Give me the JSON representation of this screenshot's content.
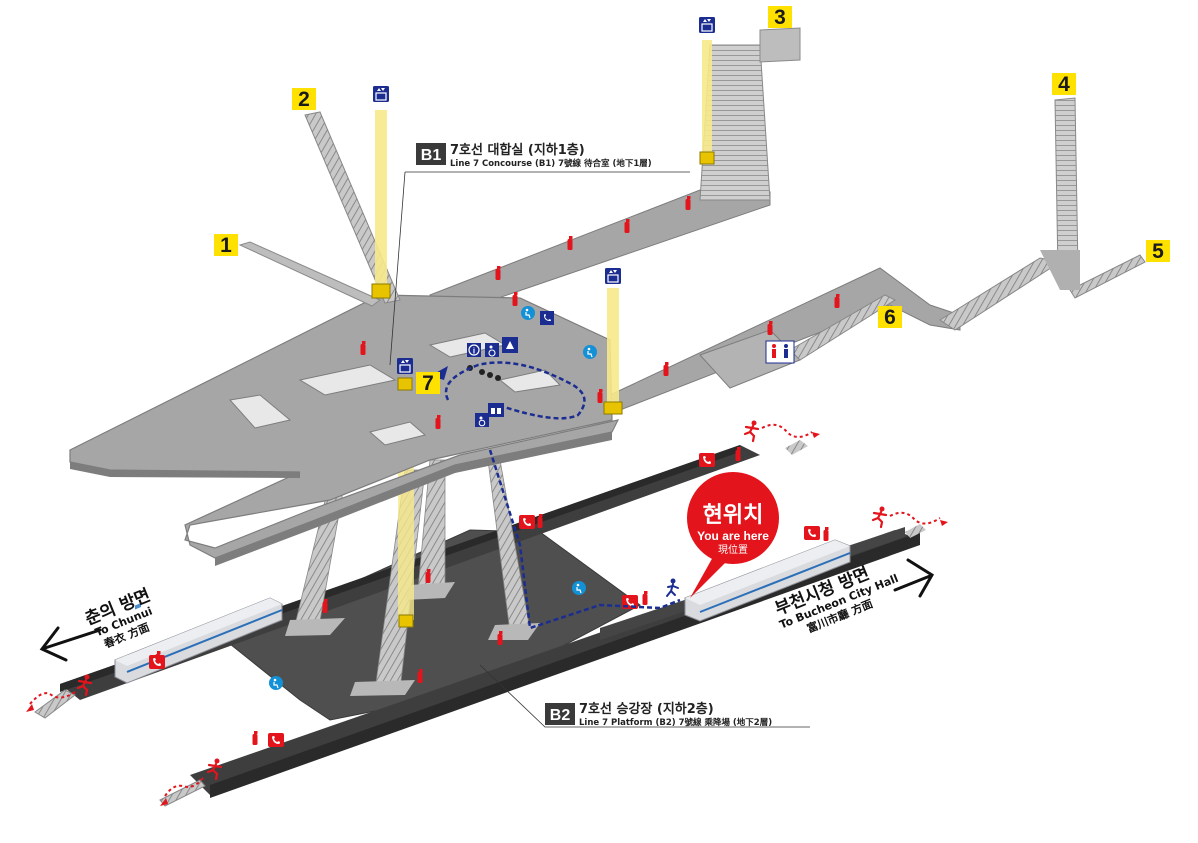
{
  "colors": {
    "concourse_floor": "#a6a6a6",
    "concourse_edge": "#7d7d7d",
    "platform_floor": "#4f4f4f",
    "platform_edge": "#2e2e2e",
    "elevator_shaft": "#f7e98a",
    "exit_badge": "#ffe100",
    "here_marker": "#e3141b",
    "route": "#1c2d91",
    "emergency": "#e3141b",
    "icon_blue": "#1c2d91",
    "icon_cyan": "#1490d6"
  },
  "exits": [
    {
      "id": "exit-1",
      "label": "1"
    },
    {
      "id": "exit-2",
      "label": "2"
    },
    {
      "id": "exit-3",
      "label": "3"
    },
    {
      "id": "exit-4",
      "label": "4"
    },
    {
      "id": "exit-5",
      "label": "5"
    },
    {
      "id": "exit-6",
      "label": "6"
    },
    {
      "id": "exit-7",
      "label": "7"
    }
  ],
  "levels": {
    "b1": {
      "badge": "B1",
      "title_ko": "7호선 대합실 (지하1층)",
      "title_en": "Line 7 Concourse (B1) 7號線 待合室 (地下1層)"
    },
    "b2": {
      "badge": "B2",
      "title_ko": "7호선 승강장 (지하2층)",
      "title_en": "Line 7 Platform (B2) 7號線 乘降場 (地下2層)"
    }
  },
  "you_are_here": {
    "ko": "현위치",
    "en": "You are here",
    "cn": "現位置"
  },
  "directions": {
    "left": {
      "ko": "춘의 방면",
      "en": "To Chunui",
      "cn": "春衣 方面",
      "arrow": "left-arrow-icon"
    },
    "right": {
      "ko": "부천시청 방면",
      "en": "To Bucheon City Hall",
      "cn": "富川市廳 方面",
      "arrow": "right-arrow-icon"
    }
  },
  "icons": [
    "elevator-icon",
    "fire-extinguisher-icon",
    "emergency-phone-icon",
    "information-icon",
    "wheelchair-icon",
    "restroom-icon",
    "telephone-icon",
    "emergency-exit-runner-icon",
    "wheelchair-lift-icon",
    "ticket-gate-icon"
  ]
}
